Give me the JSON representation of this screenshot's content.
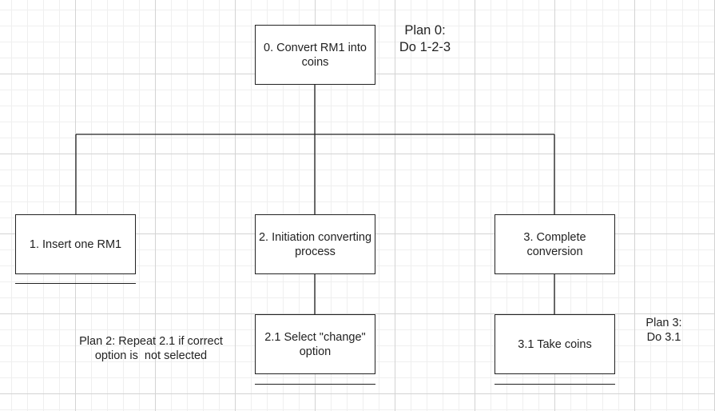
{
  "diagram": {
    "nodes": {
      "root": {
        "lines": [
          "0. Convert RM1 into",
          "coins"
        ]
      },
      "step1": {
        "lines": [
          "1. Insert one RM1"
        ]
      },
      "step2": {
        "lines": [
          "2. Initiation converting",
          "process"
        ]
      },
      "step3": {
        "lines": [
          "3. Complete",
          "conversion"
        ]
      },
      "step2_1": {
        "lines": [
          "2.1 Select \"change\"",
          "option"
        ]
      },
      "step3_1": {
        "lines": [
          "3.1 Take coins"
        ]
      }
    },
    "plans": {
      "plan0": {
        "lines": [
          "Plan 0:",
          "Do 1-2-3"
        ]
      },
      "plan2": {
        "lines": [
          "Plan 2: Repeat 2.1 if correct",
          "option is  not selected"
        ]
      },
      "plan3": {
        "lines": [
          "Plan 3:",
          "Do 3.1"
        ]
      }
    },
    "colors": {
      "line": "#222222",
      "box_border": "#222222",
      "grid_major": "#d3d3d3",
      "grid_minor": "#efefef",
      "background": "#ffffff"
    }
  }
}
